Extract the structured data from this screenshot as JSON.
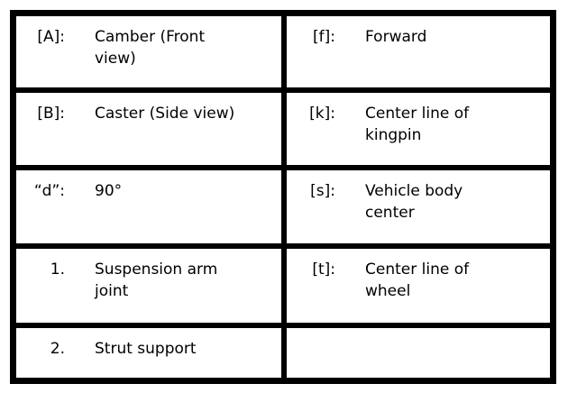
{
  "colors": {
    "background": "#ffffff",
    "border": "#000000",
    "text": "#000000"
  },
  "legend": {
    "rows": [
      {
        "left": {
          "label": "[A]:",
          "desc": "Camber (Front view)"
        },
        "right": {
          "label": "[f]:",
          "desc": "Forward"
        }
      },
      {
        "left": {
          "label": "[B]:",
          "desc": "Caster (Side view)"
        },
        "right": {
          "label": "[k]:",
          "desc": "Center line of kingpin"
        }
      },
      {
        "left": {
          "label": "“d”:",
          "desc": "90°"
        },
        "right": {
          "label": "[s]:",
          "desc": "Vehicle body center"
        }
      },
      {
        "left": {
          "label": "1.",
          "desc": "Suspension arm joint"
        },
        "right": {
          "label": "[t]:",
          "desc": "Center line of wheel"
        }
      },
      {
        "left": {
          "label": "2.",
          "desc": "Strut support"
        },
        "right": {
          "label": "",
          "desc": ""
        }
      }
    ]
  }
}
